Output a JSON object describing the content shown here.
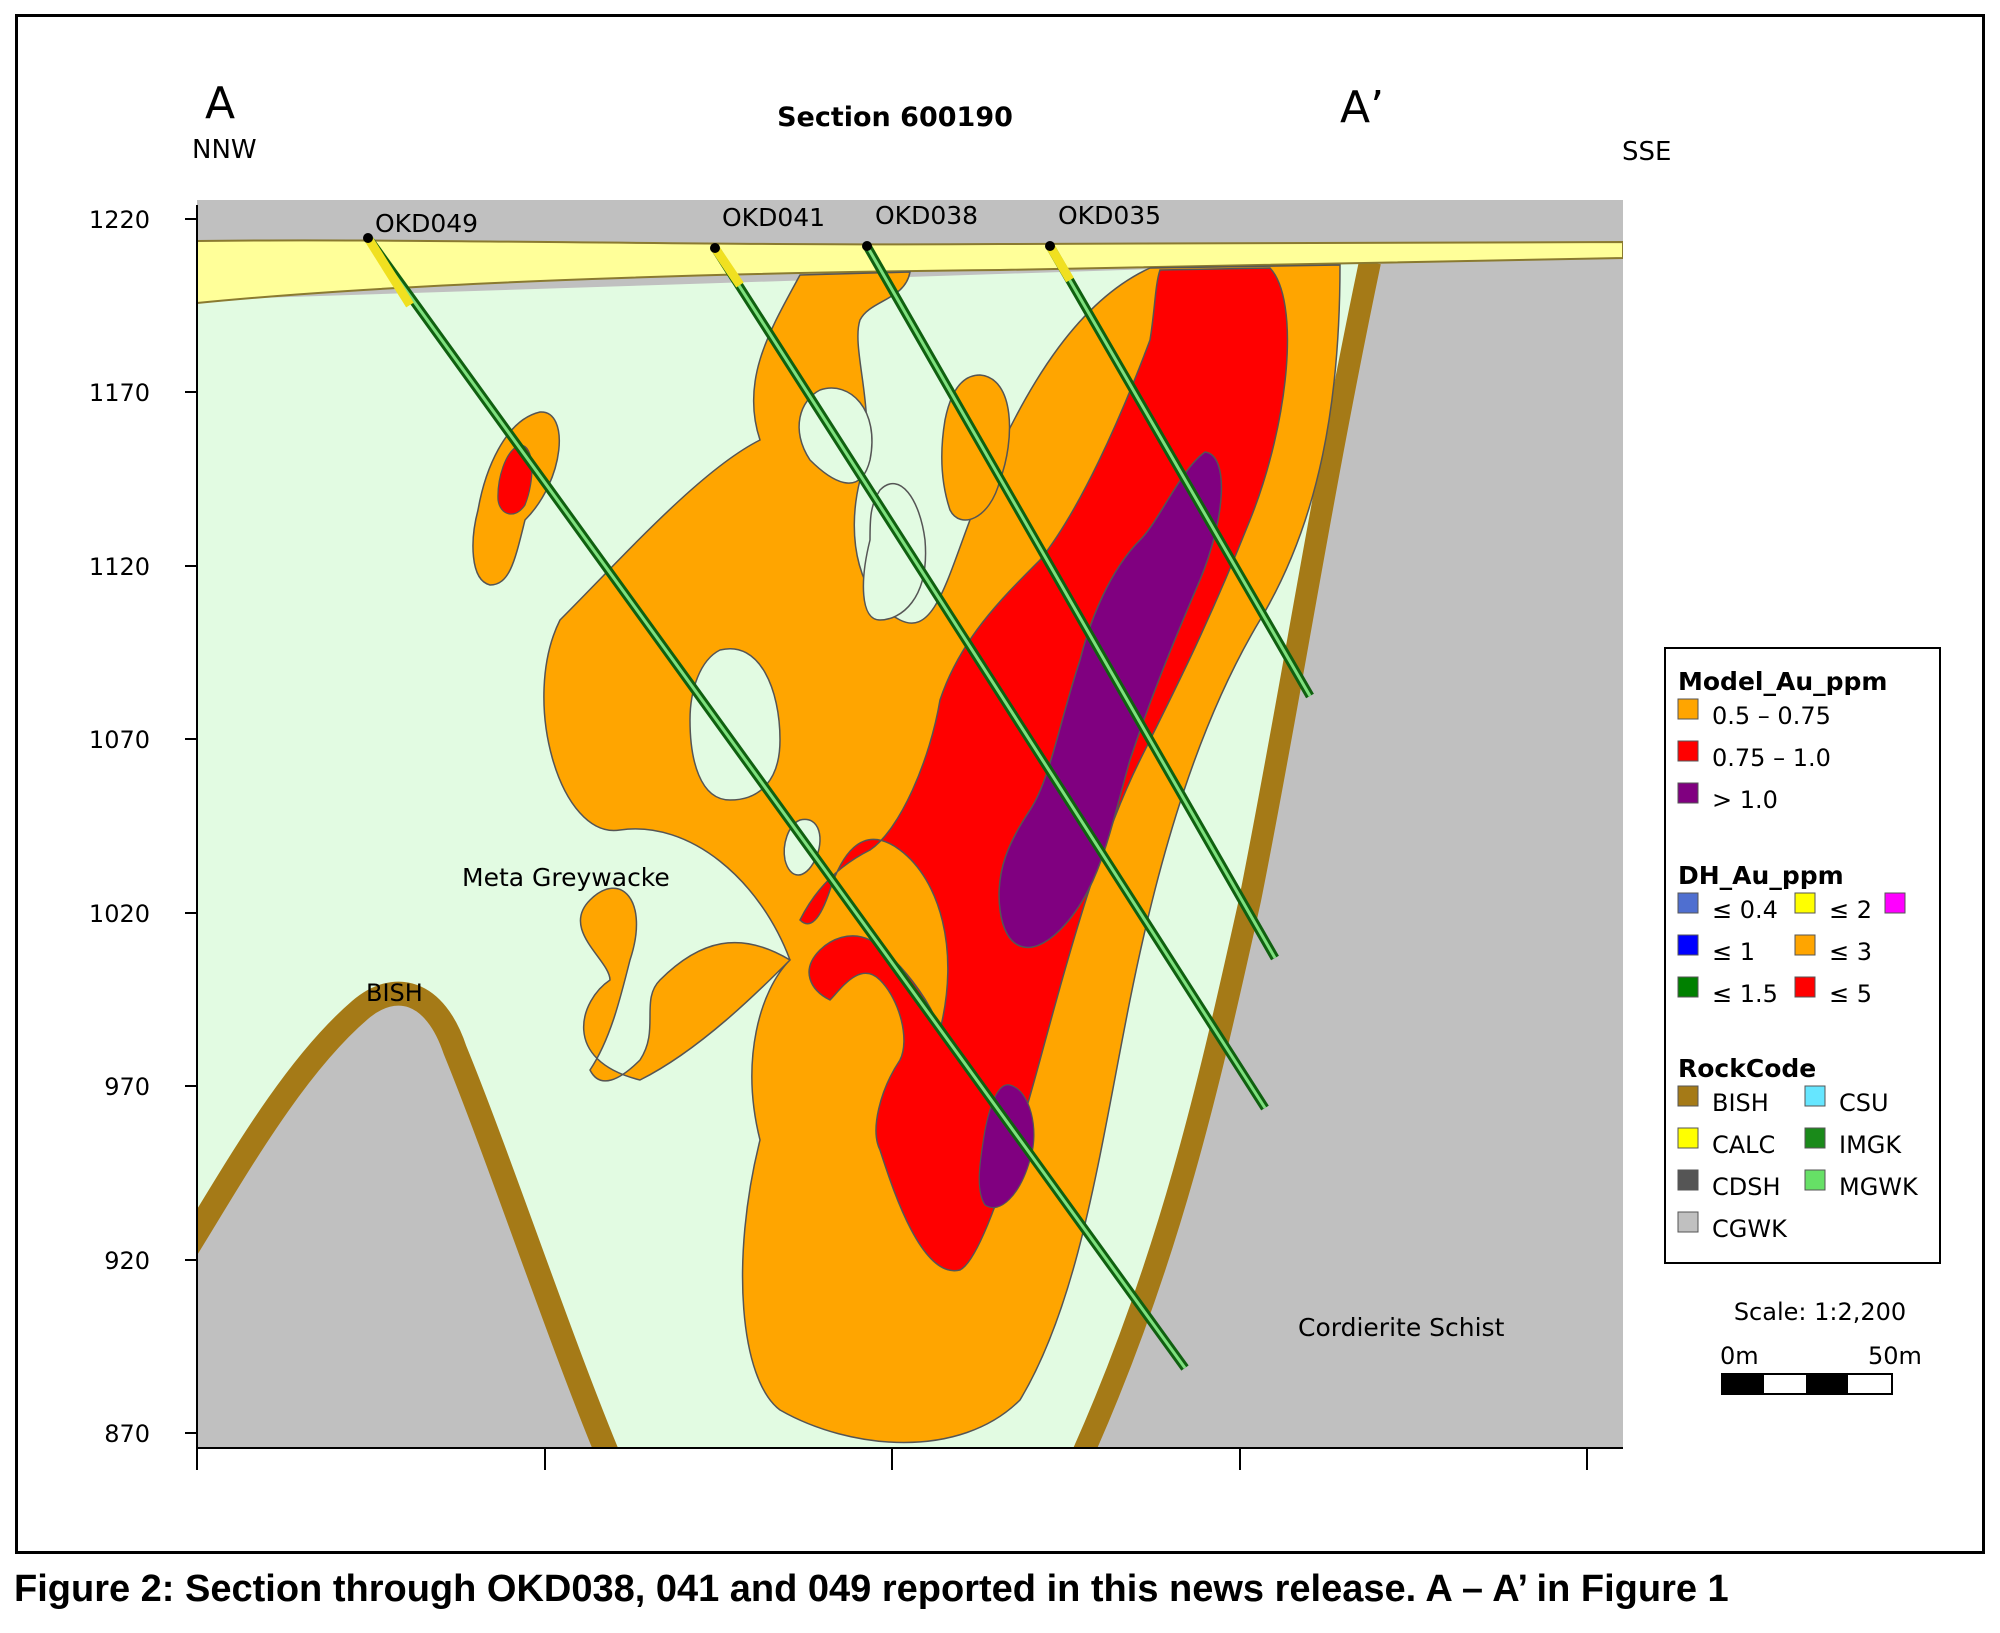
{
  "section_title": "Section 600190",
  "section_start": {
    "label": "A",
    "direction": "NNW"
  },
  "section_end": {
    "label": "A’",
    "direction": "SSE"
  },
  "elevation_ticks": [
    "1220",
    "1170",
    "1120",
    "1070",
    "1020",
    "970",
    "920",
    "870"
  ],
  "drillholes": [
    "OKD049",
    "OKD041",
    "OKD038",
    "OKD035"
  ],
  "rock_labels": {
    "meta_greywacke": "Meta Greywacke",
    "bish": "BISH",
    "cordierite_schist": "Cordierite Schist"
  },
  "legend": {
    "model_title": "Model_Au_ppm",
    "model_items": [
      {
        "label": "0.5 – 0.75",
        "color": "#ffa500"
      },
      {
        "label": "0.75 – 1.0",
        "color": "#ff0000"
      },
      {
        "label": "> 1.0",
        "color": "#800080"
      }
    ],
    "dh_title": "DH_Au_ppm",
    "dh_items": [
      {
        "label": "≤ 0.4",
        "color": "#4f6fd0"
      },
      {
        "label": "≤ 2",
        "color": "#ffff00"
      },
      {
        "label": "",
        "color": "#ff00ff"
      },
      {
        "label": "≤ 1",
        "color": "#0000ff"
      },
      {
        "label": "≤ 3",
        "color": "#ffa500"
      },
      {
        "label": "≤ 1.5",
        "color": "#008000"
      },
      {
        "label": "≤ 5",
        "color": "#ff0000"
      }
    ],
    "rock_title": "RockCode",
    "rock_items": [
      {
        "label": "BISH",
        "color": "#a57a17"
      },
      {
        "label": "CSU",
        "color": "#66e6ff"
      },
      {
        "label": "CALC",
        "color": "#ffff00"
      },
      {
        "label": "IMGK",
        "color": "#1a8a1a"
      },
      {
        "label": "CDSH",
        "color": "#555555"
      },
      {
        "label": "MGWK",
        "color": "#66e066"
      },
      {
        "label": "CGWK",
        "color": "#c0c0c0"
      }
    ]
  },
  "scale": {
    "label": "Scale: 1:2,200",
    "left": "0m",
    "right": "50m"
  },
  "caption": "Figure 2: Section through OKD038, 041 and 049 reported in this news release. A – A’ in Figure 1"
}
